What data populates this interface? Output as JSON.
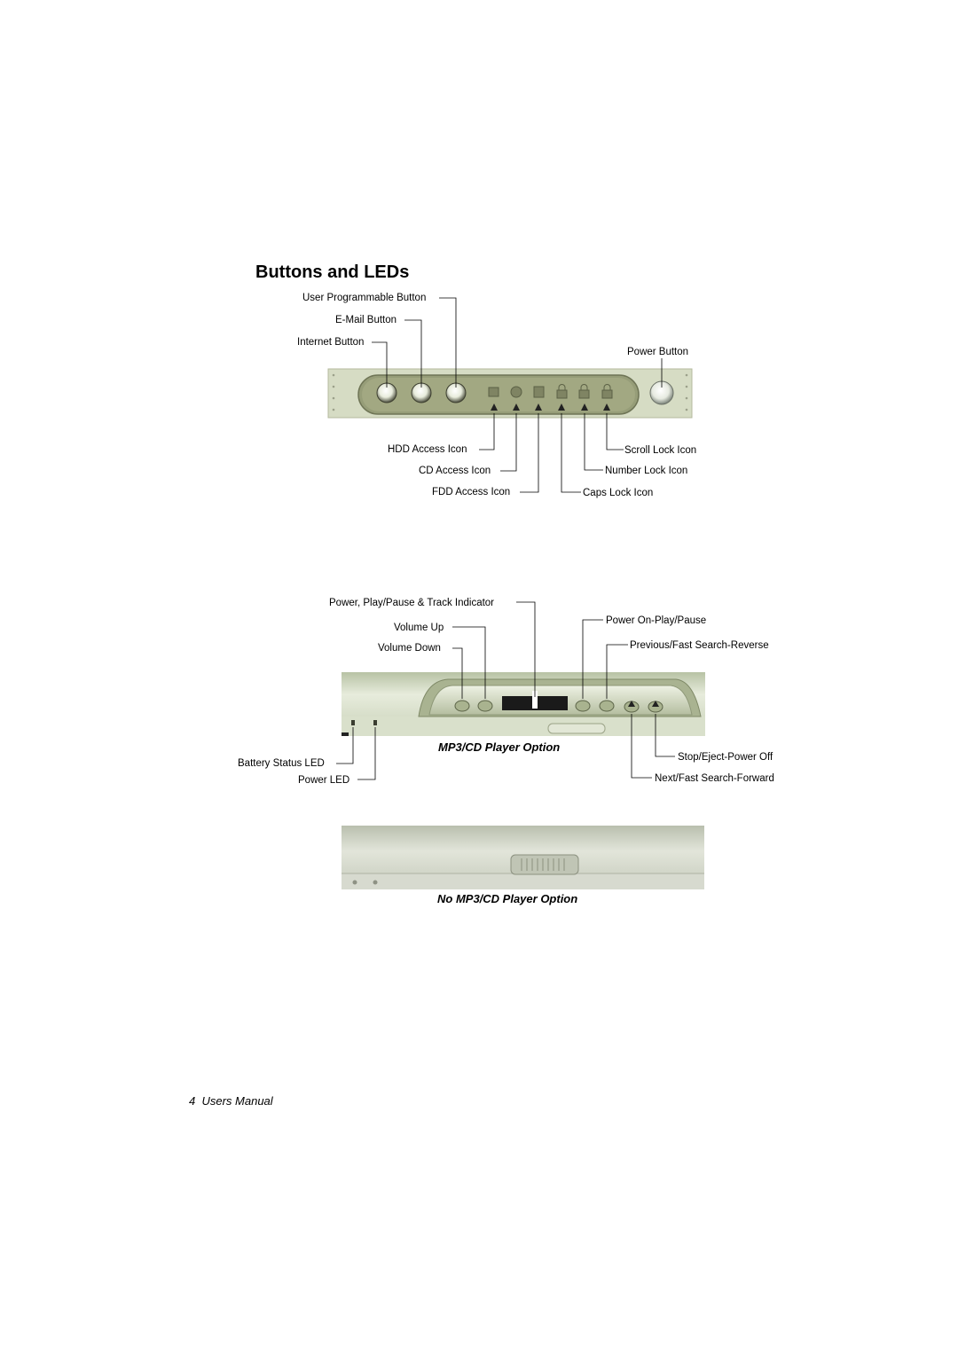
{
  "page_title": "Buttons and LEDs",
  "top_panel": {
    "labels_above": {
      "user_programmable_button": "User Programmable Button",
      "email_button": "E-Mail Button",
      "internet_button": "Internet Button",
      "power_button": "Power Button"
    },
    "labels_below": {
      "hdd_access_icon": "HDD Access Icon",
      "cd_access_icon": "CD Access Icon",
      "fdd_access_icon": "FDD Access Icon",
      "scroll_lock_icon": "Scroll Lock Icon",
      "number_lock_icon": "Number Lock Icon",
      "caps_lock_icon": "Caps Lock Icon"
    }
  },
  "mp3_panel": {
    "labels_above": {
      "track_indicator": "Power, Play/Pause & Track Indicator",
      "volume_up": "Volume Up",
      "volume_down": "Volume Down",
      "power_on_play_pause": "Power On-Play/Pause",
      "previous_fast_search_reverse": "Previous/Fast Search-Reverse"
    },
    "labels_below": {
      "battery_status_led": "Battery Status LED",
      "power_led": "Power LED",
      "stop_eject_power_off": "Stop/Eject-Power Off",
      "next_fast_search_forward": "Next/Fast Search-Forward"
    },
    "caption": "MP3/CD Player Option"
  },
  "no_mp3_panel": {
    "caption": "No MP3/CD Player Option"
  },
  "footer": {
    "page_number": "4",
    "manual_name": "Users Manual"
  },
  "colors": {
    "panel_outer": "#d6dcc4",
    "panel_inner": "#9aa07c",
    "mp3_body": "#cfd8bf",
    "no_mp3_body": "#cfd3c6"
  }
}
